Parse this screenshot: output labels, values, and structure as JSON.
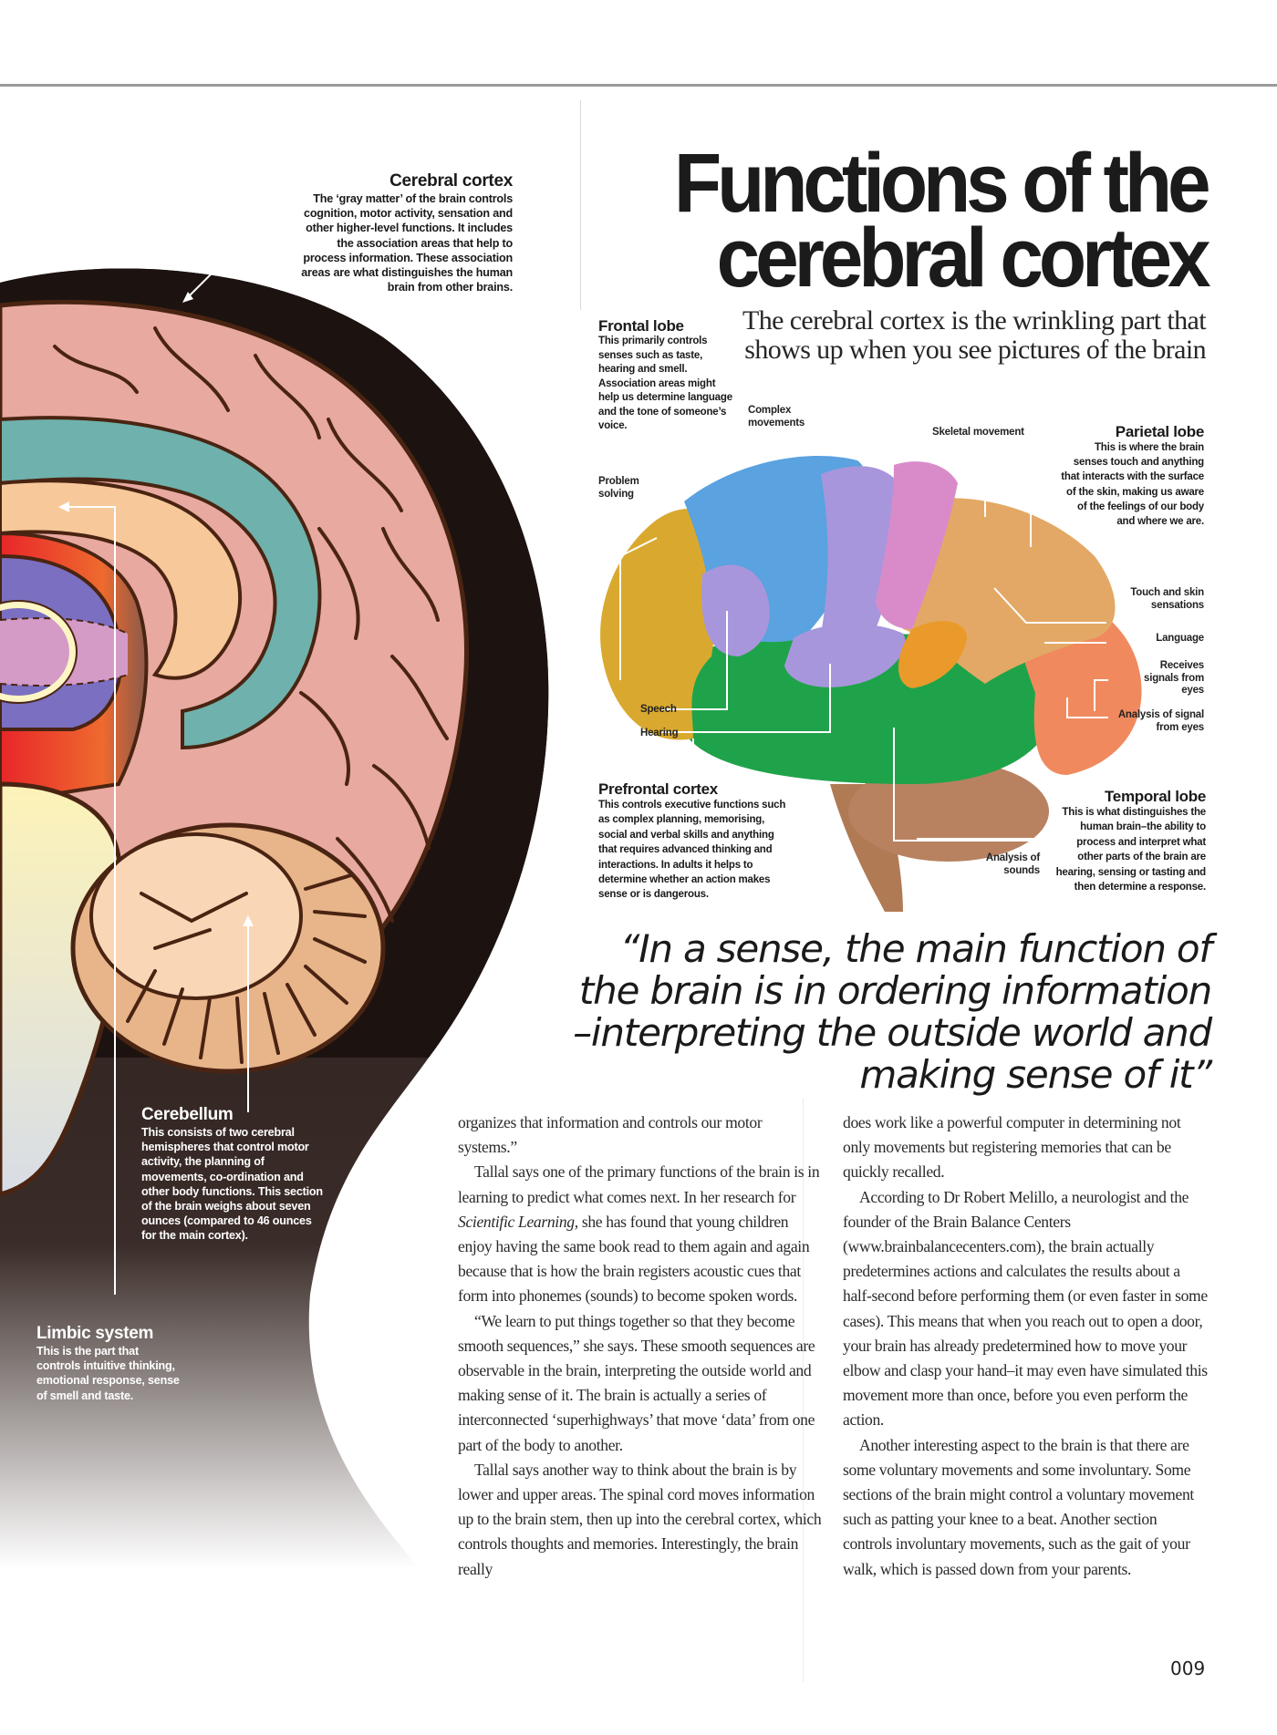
{
  "page": {
    "headline": [
      "Functions of the",
      "cerebral cortex"
    ],
    "standfirst": "The cerebral cortex is the wrinkling part that shows up when you see pictures of the brain",
    "folio": "009"
  },
  "illustration": {
    "callouts": {
      "cerebral_cortex": {
        "title": "Cerebral cortex",
        "text": "The ‘gray matter’ of the brain controls cognition, motor activity, sensation and other higher-level functions. It includes the association areas that help to process information. These association areas are what distinguishes the human brain from other brains."
      },
      "cerebellum": {
        "title": "Cerebellum",
        "text": "This consists of two cerebral hemispheres that control motor activity, the planning of movements, co-ordination and other body functions. This section of the brain weighs about seven ounces (compared to 46 ounces for the main cortex)."
      },
      "limbic_system": {
        "title": "Limbic system",
        "text": "This is the part that controls intuitive thinking, emotional response, sense of smell and taste."
      }
    },
    "colors": {
      "hair": "#1c1310",
      "cortex_pink": "#e8a9a0",
      "cortex_light": "#f3c3b8",
      "outline": "#4a2412",
      "teal": "#6fb1ac",
      "peach": "#f7c99a",
      "orange": "#e8602a",
      "purple": "#7a6fc0",
      "lilac": "#d49bc7",
      "cream": "#fdf5c4",
      "cerebellum": "#f1b98f"
    }
  },
  "diagram": {
    "lobes": {
      "frontal": {
        "title": "Frontal lobe",
        "text": "This primarily controls senses such as taste, hearing and smell. Association areas might help us determine language and the tone of someone’s voice."
      },
      "parietal": {
        "title": "Parietal lobe",
        "text": "This is where the brain senses touch and anything that interacts with the surface of the skin, making us aware of the feelings of our body and where we are."
      },
      "prefrontal": {
        "title": "Prefrontal cortex",
        "text": "This controls executive functions such as complex planning, memorising, social and verbal skills and anything that requires advanced thinking and interactions. In adults it helps to determine whether an action makes sense or is dangerous."
      },
      "temporal": {
        "title": "Temporal lobe",
        "text": "This is what distinguishes the human brain–the ability to process and interpret what other parts of the brain are hearing, sensing or tasting and then determine a response."
      }
    },
    "labels": {
      "complex_movements": "Complex movements",
      "skeletal_movement": "Skeletal movement",
      "problem_solving": "Problem solving",
      "touch_skin": "Touch and skin sensations",
      "language": "Language",
      "receives_signals": "Receives signals from eyes",
      "analysis_signal": "Analysis of signal from eyes",
      "speech": "Speech",
      "hearing": "Hearing",
      "analysis_sounds": "Analysis of sounds"
    },
    "colors": {
      "blue": "#5aa2e0",
      "yellow": "#d9a92f",
      "purple": "#a896dc",
      "pink": "#d98bc9",
      "tan": "#e3a865",
      "salmon": "#f08a5e",
      "green": "#1fa34a",
      "orange": "#e99a2a",
      "brown": "#b07a55"
    }
  },
  "pullquote": {
    "lines": [
      "“In a sense, the main function of",
      "the brain is in ordering information",
      "–interpreting the outside world and",
      "making sense of it”"
    ]
  },
  "body": {
    "col1": [
      {
        "indent": false,
        "text": "organizes that information and controls our motor systems.”"
      },
      {
        "indent": true,
        "before": "Tallal says one of the primary functions of the brain is in learning to predict what comes next. In her research for ",
        "em": "Scientific Learning,",
        "after": " she has found that young children enjoy having the same book read to them again and again because that is how the brain registers acoustic cues that form into phonemes (sounds) to become spoken words."
      },
      {
        "indent": true,
        "text": "“We learn to put things together so that they become smooth sequences,” she says. These smooth sequences are observable in the brain, interpreting the outside world and making sense of it. The brain is actually a series of interconnected ‘superhighways’ that move ‘data’ from one part of the body to another."
      },
      {
        "indent": true,
        "text": "Tallal says another way to think about the brain is by lower and upper areas. The spinal cord moves information up to the brain stem, then up into the cerebral cortex, which controls thoughts and memories. Interestingly, the brain really"
      }
    ],
    "col2": [
      {
        "indent": false,
        "text": "does work like a powerful computer in determining not only movements but registering memories that can be quickly recalled."
      },
      {
        "indent": true,
        "text": "According to Dr Robert Melillo, a neurologist and the founder of the Brain Balance Centers (www.brainbalancecenters.com), the brain actually predetermines actions and calculates the results about a half-second before performing them (or even faster in some cases). This means that when you reach out to open a door, your brain has already predetermined how to move your elbow and clasp your hand–it may even have simulated this movement more than once, before you even perform the action."
      },
      {
        "indent": true,
        "text": "Another interesting aspect to the brain is that there are some voluntary movements and some involuntary. Some sections of the brain might control a voluntary movement such as patting your knee to a beat. Another section controls involuntary movements, such as the gait of your walk, which is passed down from your parents."
      }
    ]
  }
}
